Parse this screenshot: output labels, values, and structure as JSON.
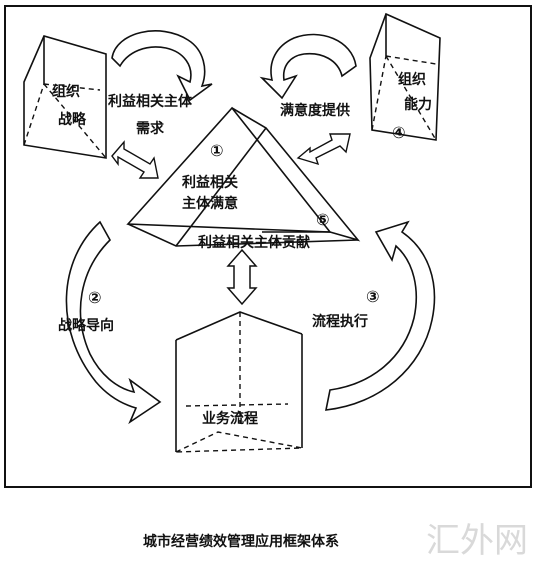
{
  "labels": {
    "org_strategy_line1": "组织",
    "org_strategy_line2": "战略",
    "stakeholder_needs_line1": "利益相关主体",
    "stakeholder_needs_line2": "需求",
    "satisfaction_supply": "满意度提供",
    "org_capability_line1": "组织",
    "org_capability_line2": "能力",
    "stakeholder_satisfaction_line1": "利益相关",
    "stakeholder_satisfaction_line2": "主体满意",
    "stakeholder_contribution": "利益相关主体贡献",
    "strategy_orientation": "战略导向",
    "process_execution": "流程执行",
    "business_process": "业务流程"
  },
  "markers": {
    "m1": "①",
    "m2": "②",
    "m3": "③",
    "m4": "④",
    "m5": "⑤"
  },
  "caption": "城市经营绩效管理应用框架体系",
  "watermark": "汇外网"
}
